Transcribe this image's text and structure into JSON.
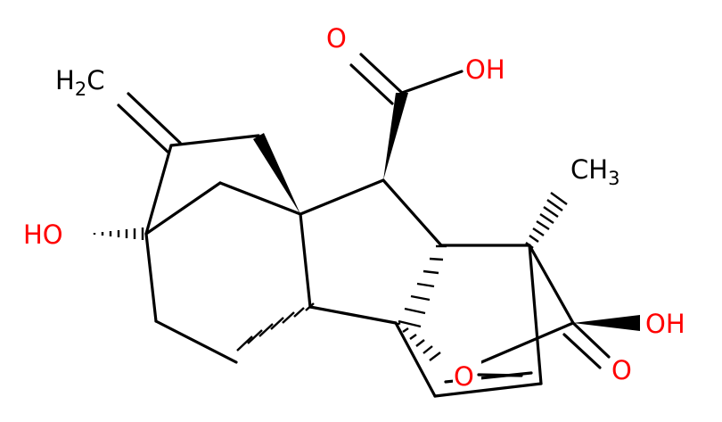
{
  "molecule": {
    "labels": {
      "ch2_h": "H",
      "ch2_sub": "2",
      "ch2_c": "C",
      "ch3_c": "CH",
      "ch3_sub": "3",
      "acid_o": "O",
      "acid_oh": "OH",
      "left_oh": "HO",
      "right_oh": "OH",
      "lactone_carbonyl_o": "O",
      "lactone_ring_o": "O"
    },
    "colors": {
      "bond": "#000000",
      "oxygen": "#ff0000",
      "carbon": "#000000",
      "background": "#ffffff"
    }
  }
}
